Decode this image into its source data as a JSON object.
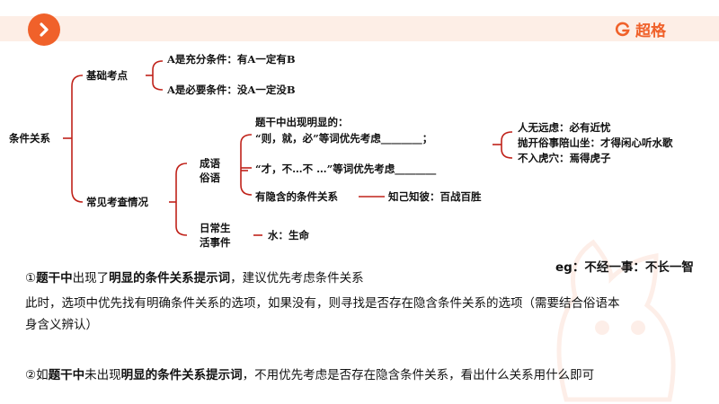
{
  "header": {
    "brand_name": "超格"
  },
  "mindmap": {
    "root": "条件关系",
    "basic": {
      "label": "基础考点",
      "items": [
        "A是充分条件：有A一定有B",
        "A是必要条件：没A一定没B"
      ]
    },
    "common": {
      "label": "常见考查情况",
      "idiom": {
        "label_line1": "成语",
        "label_line2": "俗语",
        "explicit_line1": "题干中出现明显的：",
        "explicit_line2": "“则，就，必”等词优先考虑________；",
        "cai_line": "“才，不…不 …”等词优先考虑________",
        "hidden_line": "有隐含的条件关系",
        "hidden_example": "知己知彼：百战百胜",
        "examples": [
          "人无远虑：必有近忧",
          "抛开俗事陪山坐：才得闲心听水歌",
          "不入虎穴：焉得虎子"
        ]
      },
      "daily": {
        "label_line1": "日常生",
        "label_line2": "活事件",
        "example": "水：生命"
      }
    }
  },
  "eg_note": "eg：不经一事：不长一智",
  "notes": {
    "p1": {
      "prefix": "①",
      "b1": "题干中",
      "t1": "出现了",
      "b2": "明显的条件关系提示词",
      "t2": "，建议优先考虑条件关系"
    },
    "p2": "此时，选项中优先找有明确条件关系的选项，如果没有，则寻找是否存在隐含条件关系的选项（需要结合俗语本",
    "p3": "身含义辨认）",
    "p4": {
      "prefix": "②如",
      "b1": "题干中",
      "t1": "未出现",
      "b2": "明显的条件关系提示词",
      "t2": "，不用优先考虑是否存在隐含条件关系，看出什么关系用什么即可"
    }
  },
  "colors": {
    "accent": "#f0612a",
    "connector": "#c0221a",
    "band": "#fdeee6"
  }
}
